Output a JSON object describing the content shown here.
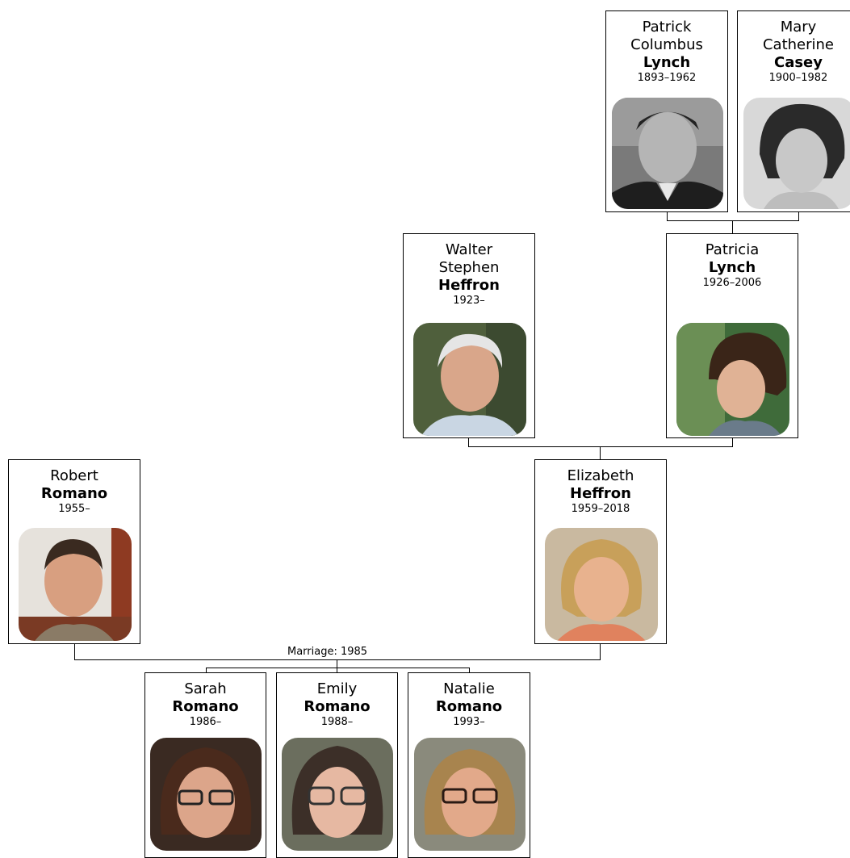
{
  "people": {
    "patrick": {
      "given": "Patrick Columbus",
      "surname": "Lynch",
      "years": "1893–1962"
    },
    "mary": {
      "given": "Mary Catherine",
      "surname": "Casey",
      "years": "1900–1982"
    },
    "walter": {
      "given": "Walter Stephen",
      "surname": "Heffron",
      "years": "1923–"
    },
    "patricia": {
      "given": "Patricia",
      "surname": "Lynch",
      "years": "1926–2006"
    },
    "robert": {
      "given": "Robert",
      "surname": "Romano",
      "years": "1955–"
    },
    "elizabeth": {
      "given": "Elizabeth",
      "surname": "Heffron",
      "years": "1959–2018"
    },
    "sarah": {
      "given": "Sarah",
      "surname": "Romano",
      "years": "1986–"
    },
    "emily": {
      "given": "Emily",
      "surname": "Romano",
      "years": "1988–"
    },
    "natalie": {
      "given": "Natalie",
      "surname": "Romano",
      "years": "1993–"
    }
  },
  "marriage_label": "Marriage: 1985"
}
